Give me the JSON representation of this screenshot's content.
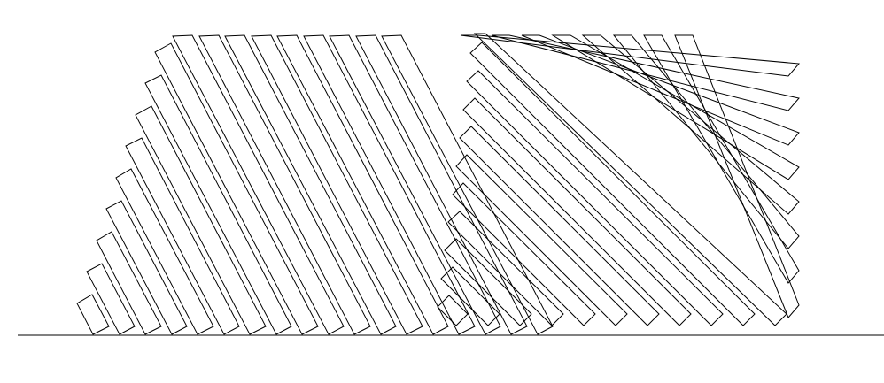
{
  "canvas": {
    "background": "#ffffff",
    "line_color": "#000000"
  },
  "drawing": {
    "description_tag": "",
    "groups": [
      {
        "name": "left-slats",
        "count": 18,
        "lean": "down-right-steep"
      },
      {
        "name": "right-slats",
        "count": 11,
        "lean": "down-right-diagonal"
      }
    ]
  }
}
